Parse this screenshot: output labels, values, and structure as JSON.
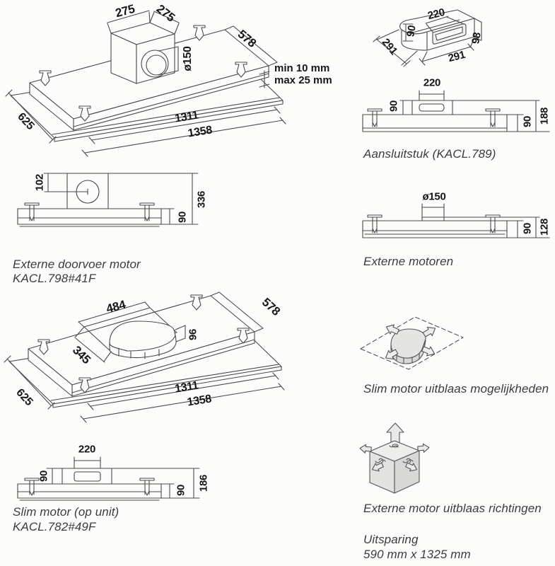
{
  "page": {
    "background": "#fcfcfb",
    "line_color": "#4a4a4a",
    "text_color": "#161616"
  },
  "drawings": {
    "unit_doorvoer_iso": {
      "labels": {
        "box_width": "275",
        "box_depth": "275",
        "unit_depth_right": "578",
        "duct_diameter": "ø150",
        "clearance_min": "min 10 mm",
        "clearance_max": "max 25 mm",
        "inner_length": "1311",
        "outer_length": "1358",
        "panel_depth": "625"
      }
    },
    "adapter_iso": {
      "labels": {
        "width": "220",
        "height": "90",
        "depth_left": "291",
        "height_right": "98",
        "depth_bottom": "291"
      }
    },
    "aansluitstuk_front": {
      "labels": {
        "width": "220",
        "box_height": "90",
        "body_height": "90",
        "total_height": "188"
      },
      "caption": "Aansluitstuk (KACL.789)"
    },
    "doorvoer_front": {
      "labels": {
        "duct_offset": "102",
        "body_height": "90",
        "total_height": "336"
      },
      "caption_line1": "Externe doorvoer motor",
      "caption_line2": "KACL.798#41F"
    },
    "externe_motoren_front": {
      "labels": {
        "duct_diameter": "ø150",
        "body_height": "90",
        "total_height": "128"
      },
      "caption": "Externe motoren"
    },
    "unit_slim_iso": {
      "labels": {
        "cutout_length": "484",
        "unit_depth_right": "578",
        "duct_height": "96",
        "cutout_depth": "345",
        "inner_length": "1311",
        "outer_length": "1358",
        "panel_depth": "625"
      }
    },
    "slim_outlet": {
      "caption": "Slim motor uitblaas mogelijkheden"
    },
    "slim_front": {
      "labels": {
        "width": "220",
        "box_height": "90",
        "body_height": "90",
        "total_height": "186"
      },
      "caption_line1": "Slim motor (op unit)",
      "caption_line2": "KACL.782#49F"
    },
    "externe_outlet": {
      "caption": "Externe motor uitblaas richtingen",
      "note_line1": "Uitsparing",
      "note_line2": "590 mm x 1325 mm"
    }
  }
}
